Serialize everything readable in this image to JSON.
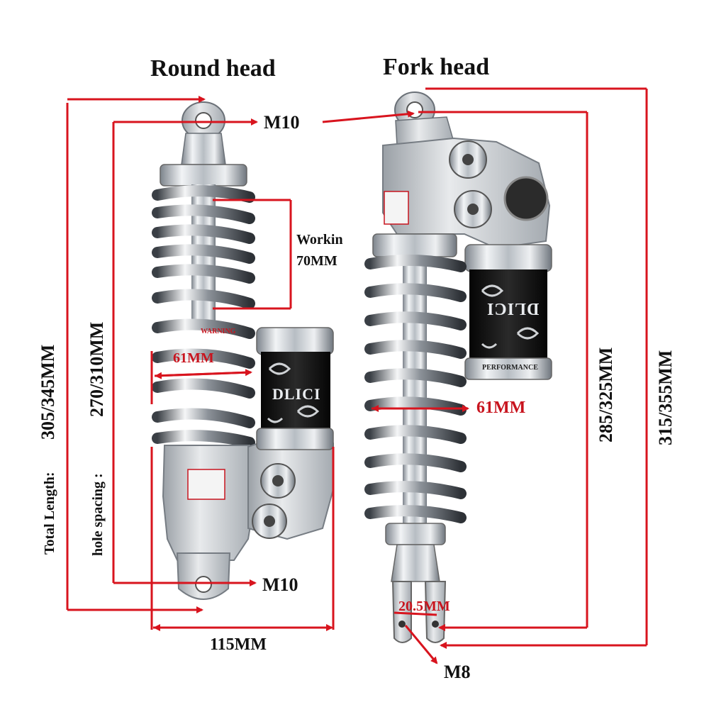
{
  "titles": {
    "round_head": "Round head",
    "fork_head": "Fork head"
  },
  "dimensions": {
    "top_thread_round": "M10",
    "bottom_thread_round": "M10",
    "working_label": "Workin",
    "working_value": "70MM",
    "spring_diameter_round": "61MM",
    "spring_diameter_fork": "61MM",
    "reservoir_width": "115MM",
    "fork_gap": "20.5MM",
    "fork_bolt": "M8",
    "total_length_label": "Total Length:",
    "total_length_value": "305/345MM",
    "hole_spacing_label": "hole spacing :",
    "hole_spacing_value": "270/310MM",
    "fork_hole_spacing": "285/325MM",
    "fork_total_length": "315/355MM"
  },
  "product_markings": {
    "brand_logo": "DLICI",
    "warning_tag": "WARNING",
    "reservoir_text": "PERFORMANCE"
  },
  "colors": {
    "dimension_line": "#d8141e",
    "chrome_light": "#e9ecef",
    "chrome_dark": "#5a6068",
    "reservoir_black": "#151515"
  }
}
